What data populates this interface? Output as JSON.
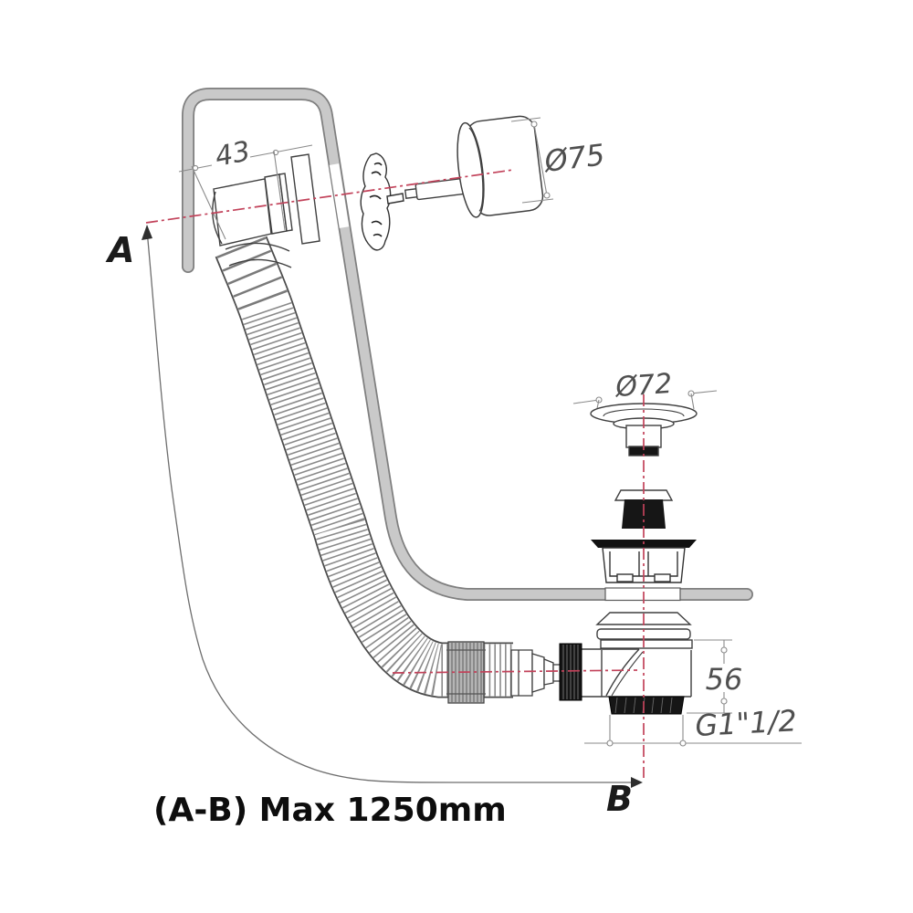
{
  "labels": {
    "point_a": "A",
    "point_b": "B",
    "note": "(A-B) Max 1250mm",
    "overflow_hole_width": "43",
    "overflow_cap_diameter": "Ø75",
    "plug_diameter": "Ø72",
    "waste_body_height": "56",
    "outlet_thread": "G1\"1/2"
  },
  "colors": {
    "centerline_red": "#c2425a",
    "cable_gray": "#c9c9c9",
    "outline_dark": "#3f3f3f",
    "dim_gray": "#8a8a8a",
    "rubber_black": "#161616"
  }
}
